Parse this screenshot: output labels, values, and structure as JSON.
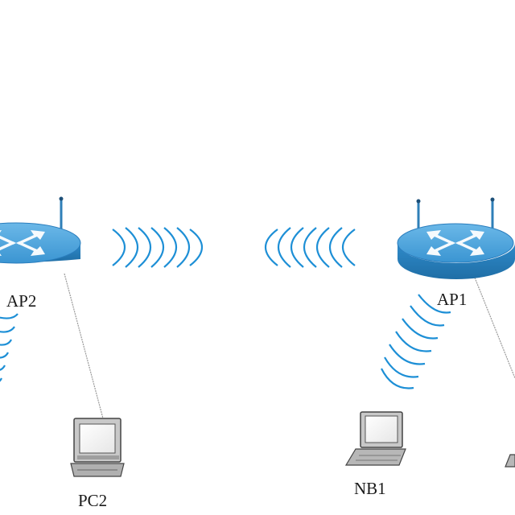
{
  "nodes": {
    "ap2": {
      "label": "AP2",
      "type": "wireless-router"
    },
    "ap1": {
      "label": "AP1",
      "type": "wireless-router"
    },
    "pc2": {
      "label": "PC2",
      "type": "computer"
    },
    "nb1": {
      "label": "NB1",
      "type": "laptop"
    }
  },
  "colors": {
    "router_top": "#4ea6dc",
    "router_side": "#2a86c4",
    "signal_wave": "#1d8fd6",
    "cable": "#9a9a9a",
    "device_body": "#bdbdbd",
    "device_dark": "#555555"
  }
}
